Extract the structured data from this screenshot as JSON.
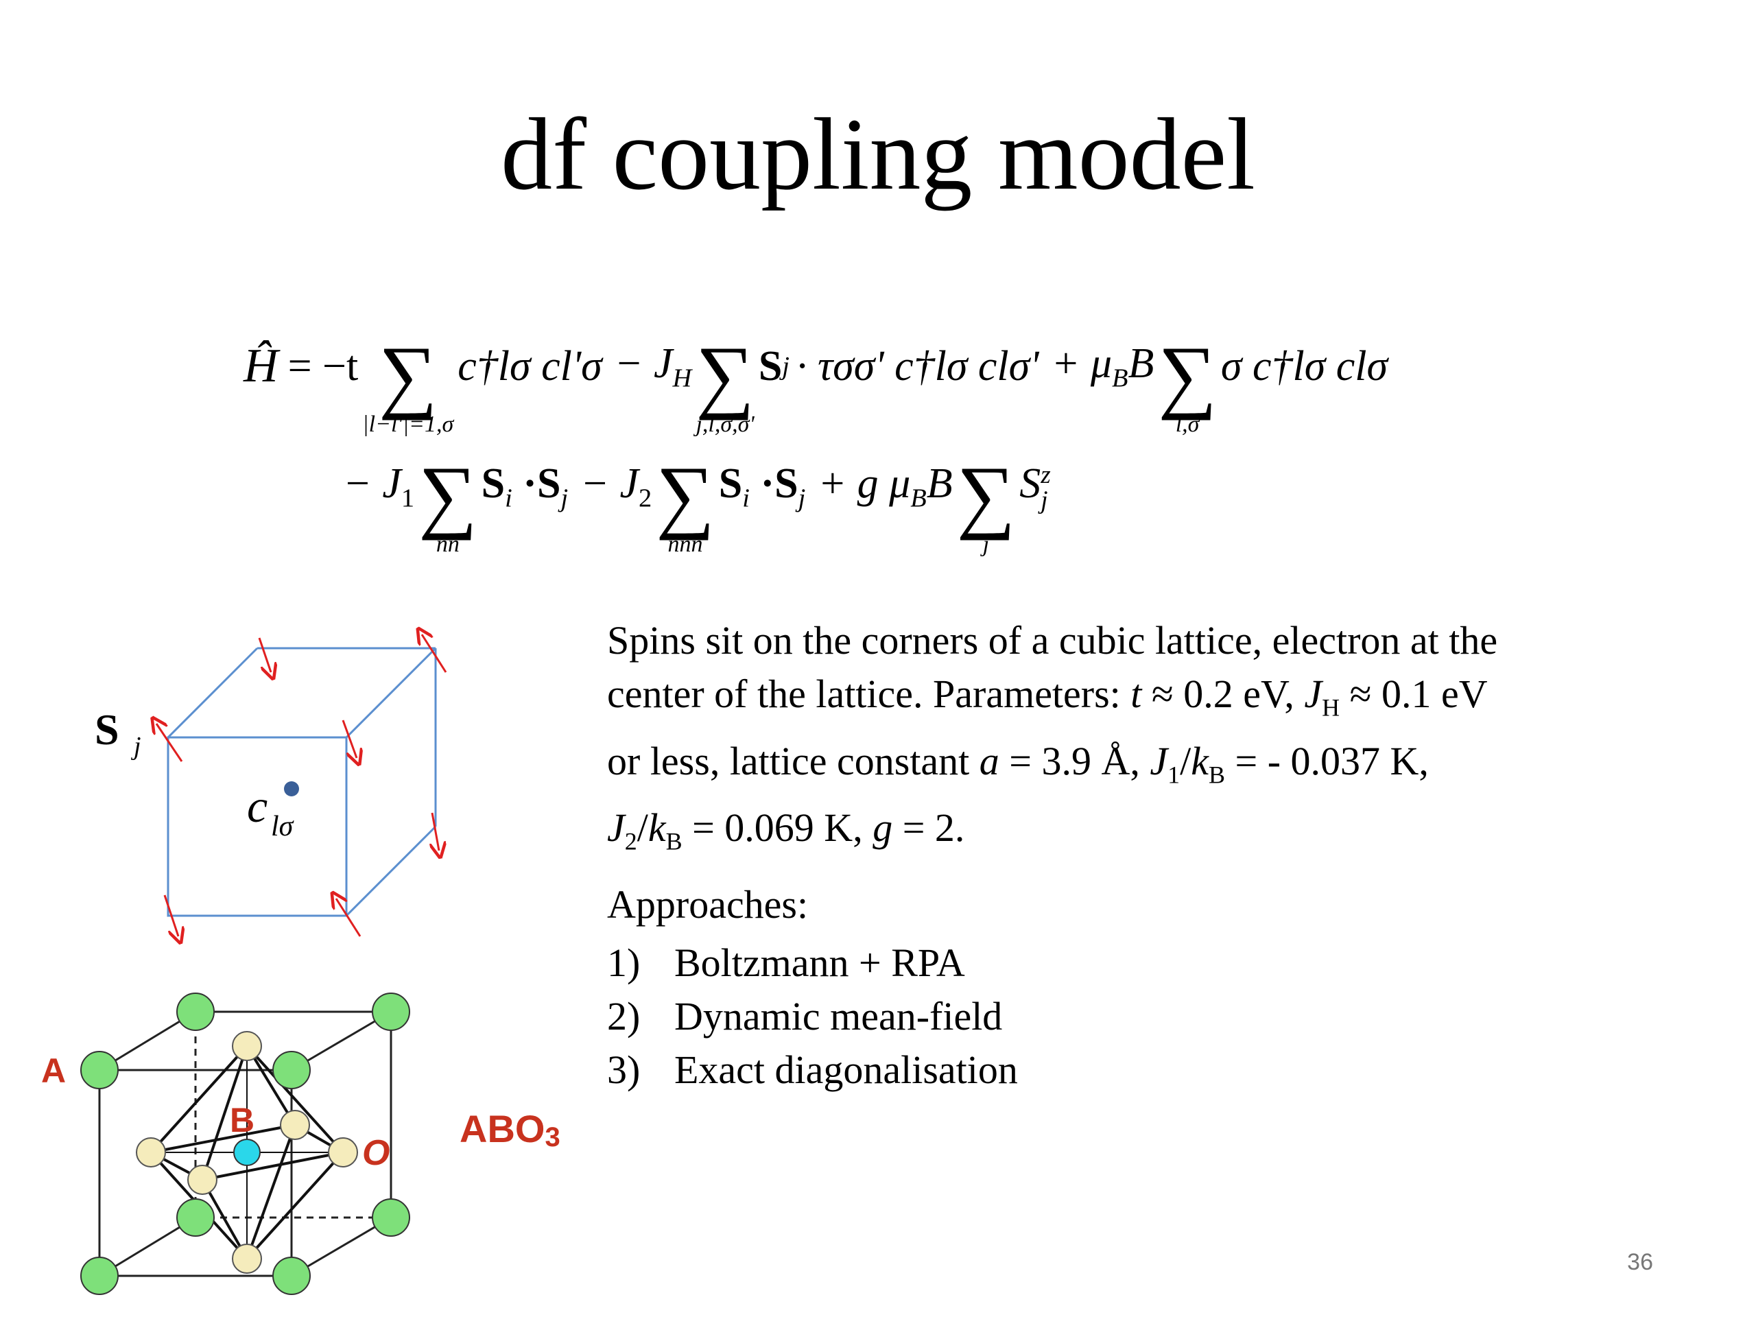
{
  "slide": {
    "title": "df coupling model",
    "page_number": "36"
  },
  "equation": {
    "line1": {
      "H": "Ĥ",
      "eq": "= −t",
      "sum1_lim": "|l−l'|=1,σ",
      "term1": "c†lσ cl'σ",
      "minus_JH": "− J",
      "JH_sub": "H",
      "sum2_lim": "j,l,σ,σ'",
      "term2": "S",
      "term2_rest": "· τσσ' c†lσ clσ'",
      "plus_mu": "+ μ",
      "mu_sub": "B",
      "B": "B",
      "sum3_lim": "l,σ",
      "term3": "σ c†lσ clσ"
    },
    "line2": {
      "minus_J1": "− J",
      "J1_sub": "1",
      "sum4_lim": "nn",
      "minus_J2": "− J",
      "J2_sub": "2",
      "sum5_lim": "nnn",
      "plus_g": "+ g μ",
      "g_sub": "B",
      "gB": "B",
      "sum6_lim": "j",
      "Sz": "S"
    }
  },
  "diagram_cube": {
    "spin_label": "S",
    "spin_sub": "j",
    "electron_label": "c",
    "electron_sub": "lσ"
  },
  "diagram_perovskite": {
    "label_A": "A",
    "label_B": "B",
    "label_O": "O",
    "formula_main": "ABO",
    "formula_sub": "3"
  },
  "description": {
    "line1": "Spins sit on the corners of a cubic lattice, electron at the",
    "line2_pre": "center of the lattice.  Parameters: ",
    "t_sym": "t",
    "t_val": " ≈ 0.2 eV, ",
    "JH_sym": "J",
    "JH_sub": "H",
    "JH_val": " ≈ 0.1 eV",
    "line3_pre": "or less, lattice constant ",
    "a_sym": "a",
    "a_val": " = 3.9 Å, ",
    "J1_sym": "J",
    "J1_sub": "1",
    "J1_slash": "/",
    "kB1_sym": "k",
    "kB1_sub": "B",
    "J1_val": " = - 0.037 K,",
    "J2_sym": "J",
    "J2_sub": "2",
    "J2_slash": "/",
    "kB2_sym": "k",
    "kB2_sub": "B",
    "J2_val": " = 0.069 K, ",
    "g_sym": "g",
    "g_val": " = 2."
  },
  "approaches": {
    "heading": "Approaches:",
    "items": [
      {
        "num": "1)",
        "text": "Boltzmann + RPA"
      },
      {
        "num": "2)",
        "text": "Dynamic mean-field"
      },
      {
        "num": "3)",
        "text": "Exact diagonalisation"
      }
    ]
  },
  "colors": {
    "cube_edge": "#5b8fcf",
    "spin_arrow": "#e02020",
    "electron_dot": "#3a5f98",
    "A_site": "#7ee07a",
    "B_site": "#2ad7ea",
    "O_site": "#f5ecbc",
    "label_red": "#c8321e"
  }
}
